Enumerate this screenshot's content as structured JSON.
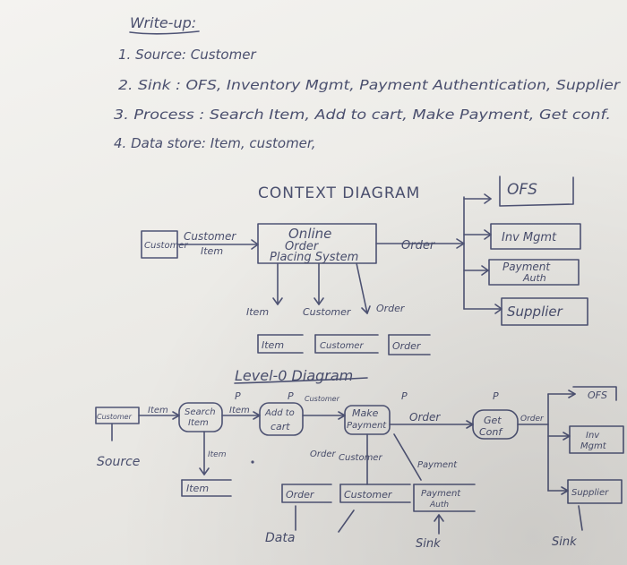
{
  "writeup": {
    "heading": "Write-up:",
    "line1": "1. Source: Customer",
    "line2": "2. Sink : OFS, Inventory Mgmt, Payment Authentication, Supplier",
    "line3": "3. Process : Search Item, Add to cart, Make Payment, Get conf.",
    "line4": "4. Data store: Item, customer,"
  },
  "context": {
    "title": "CONTEXT DIAGRAM",
    "customer": "Customer",
    "flow_customer": "Customer",
    "flow_item": "Item",
    "process_line1": "Online",
    "process_line2": "Order",
    "process_line3": "Placing System",
    "order_flow": "Order",
    "sink_ofs": "OFS",
    "sink_inv": "Inv Mgmt",
    "sink_pay_1": "Payment",
    "sink_pay_2": "Auth",
    "sink_sup": "Supplier",
    "flow_item2": "Item",
    "flow_customer2": "Customer",
    "flow_order2": "Order",
    "store_item": "Item",
    "store_customer": "Customer",
    "store_order": "Order"
  },
  "level0": {
    "title": "Level-0 Diagram",
    "p": "P",
    "customer": "Customer",
    "flow_item": "Item",
    "search_1": "Search",
    "search_2": "Item",
    "flow_item2": "Item",
    "add_1": "Add to",
    "add_2": "cart",
    "flow_customer": "Customer",
    "pay_1": "Make",
    "pay_2": "Payment",
    "flow_order": "Order",
    "conf_1": "Get",
    "conf_2": "Conf",
    "flow_order2": "Order",
    "sink_ofs": "OFS",
    "sink_inv_1": "Inv",
    "sink_inv_2": "Mgmt",
    "sink_sup": "Supplier",
    "source_label": "Source",
    "flow_item3": "Item",
    "flow_order3": "Order",
    "flow_customer3": "Customer",
    "flow_payment": "Payment",
    "store_item": "Item",
    "store_order": "Order",
    "store_customer": "Customer",
    "store_pay_1": "Payment",
    "store_pay_2": "Auth",
    "data_label": "Data",
    "sink_label": "Sink",
    "sink_label2": "Sink"
  }
}
